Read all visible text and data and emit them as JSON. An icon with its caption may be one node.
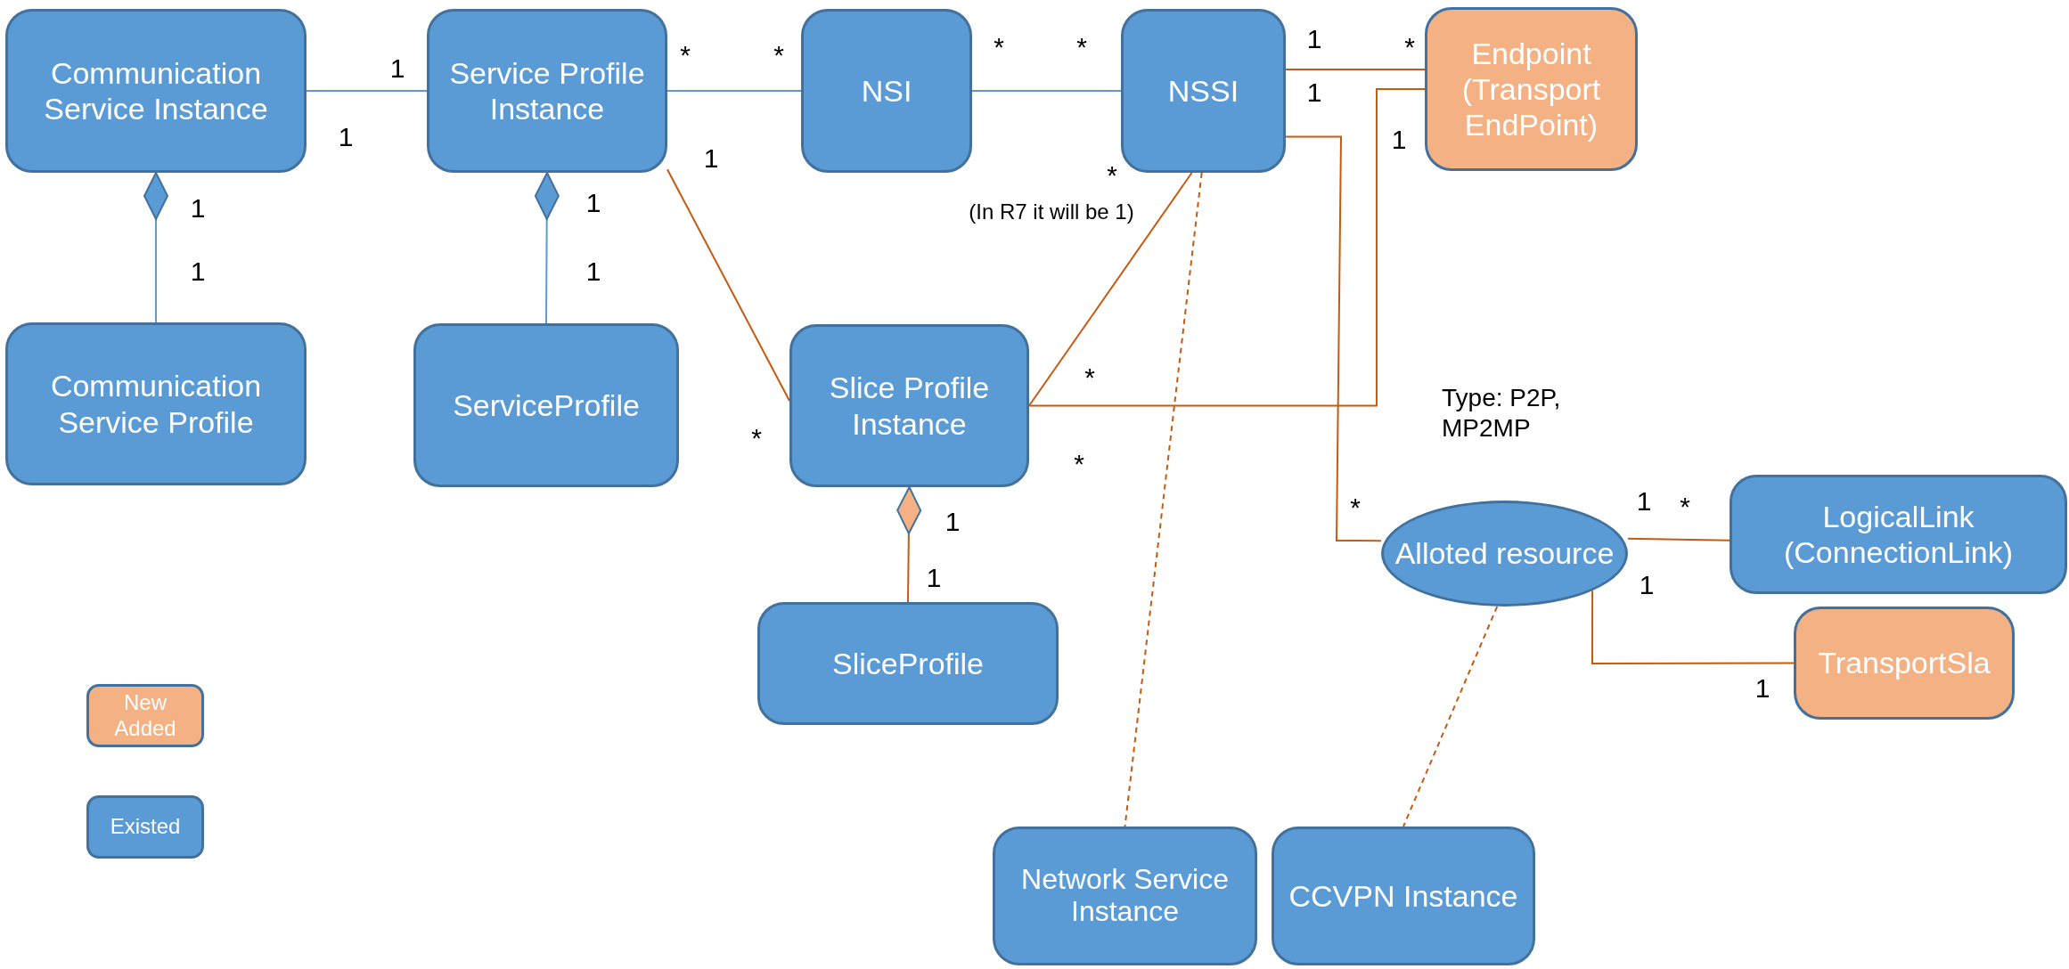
{
  "diagram": {
    "nodes": [
      {
        "text": [
          "Communication Service Instance"
        ]
      },
      {
        "text": [
          "Service Profile Instance"
        ]
      },
      {
        "text": [
          "NSI"
        ]
      },
      {
        "text": [
          "NSSI"
        ]
      },
      {
        "text": [
          "Endpoint (Transport EndPoint)"
        ]
      },
      {
        "text": [
          "Communication Service Profile"
        ]
      },
      {
        "text": [
          "ServiceProfile"
        ]
      },
      {
        "text": [
          "Slice Profile Instance"
        ]
      },
      {
        "text": [
          "Alloted resource"
        ]
      },
      {
        "text": [
          "LogicalLink (ConnectionLink)"
        ]
      },
      {
        "text": [
          "TransportSla"
        ]
      },
      {
        "text": [
          "SliceProfile"
        ]
      },
      {
        "text": [
          "Network Service Instance"
        ]
      },
      {
        "text": [
          "CCVPN Instance"
        ]
      }
    ],
    "edges": [
      {
        "from": 0,
        "to": 1,
        "arrow": "none",
        "color": "#5b9bd5"
      },
      {
        "from": 1,
        "to": 2,
        "arrow": "none",
        "color": "#5b9bd5"
      },
      {
        "from": 2,
        "to": 3,
        "arrow": "none",
        "color": "#5b9bd5"
      },
      {
        "from": 0,
        "to": 5,
        "arrow": "other",
        "color": "#5b9bd5"
      },
      {
        "from": 1,
        "to": 6,
        "arrow": "other",
        "color": "#5b9bd5"
      },
      {
        "from": 1,
        "to": 7,
        "arrow": "none"
      },
      {
        "from": 3,
        "to": 7,
        "arrow": "none"
      },
      {
        "from": 7,
        "to": 4,
        "arrow": "none"
      },
      {
        "from": 3,
        "to": 4,
        "arrow": "none"
      },
      {
        "from": 3,
        "to": 8,
        "arrow": "none"
      },
      {
        "from": 3,
        "to": 12,
        "arrow": "none",
        "style": "dashed"
      },
      {
        "from": 8,
        "to": 9,
        "arrow": "none"
      },
      {
        "from": 8,
        "to": 10,
        "arrow": "none"
      },
      {
        "from": 8,
        "to": 13,
        "arrow": "none",
        "style": "dashed"
      },
      {
        "from": 7,
        "to": 11,
        "arrow": "other"
      }
    ],
    "labels": [
      "1",
      "*",
      "*",
      "*",
      "*",
      "1",
      "*",
      "1",
      "1",
      "1",
      "1",
      "1",
      "1",
      "*",
      "(In R7 it will be 1)",
      "1",
      "1",
      "*",
      "Type: P2P, MP2MP",
      "*",
      "*",
      "*",
      "1",
      "*",
      "1",
      "1",
      "1",
      "1"
    ],
    "legend": [
      {
        "text": "New Added",
        "color": "#f4b183"
      },
      {
        "text": "Existed",
        "color": "#5b9bd5"
      }
    ]
  }
}
